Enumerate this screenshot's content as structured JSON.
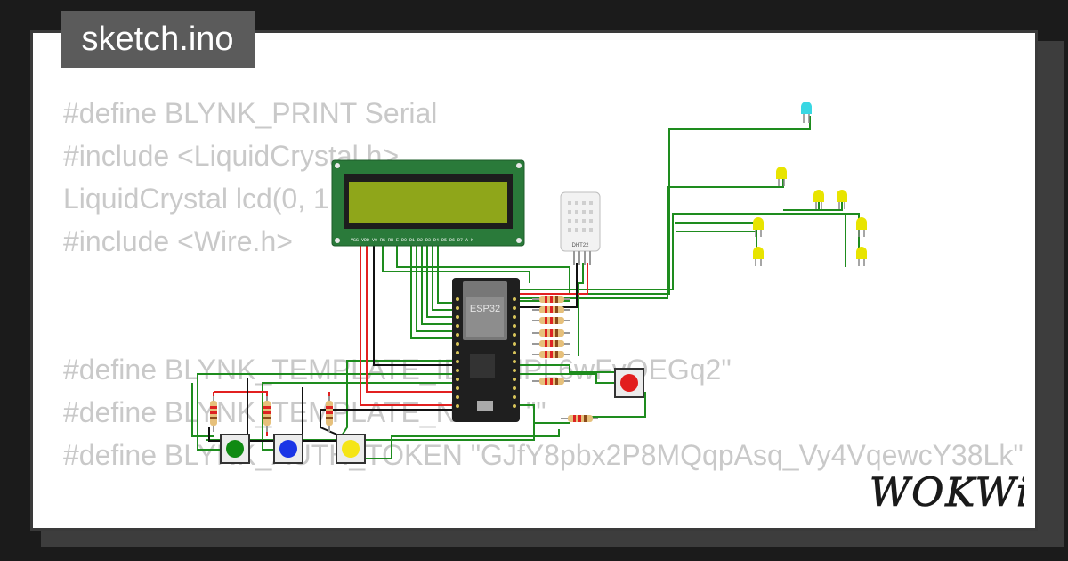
{
  "title": "sketch.ino",
  "code_lines": [
    "#define BLYNK_PRINT Serial",
    "#include <LiquidCrystal.h>",
    "LiquidCrystal lcd(0, 1, 2, 3, 4, 5, 16);",
    "#include <Wire.h>",
    "#define BLYNK_TEMPLATE_ID \"TMPL6wFvOEGq2\"",
    "#define BLYNK_TEMPLATE_NAME \"\"",
    "#define BLYNK_AUTH_TOKEN \"GJfY8pbx2P8MQqpAsq_Vy4VqewcY38Lk\""
  ],
  "components": {
    "mcu_label": "ESP32",
    "sensor_label": "DHT22",
    "lcd_pin_labels": "VSS VDD V0 RS RW E D0 D1 D2 D3 D4 D5 D6 D7 A K"
  },
  "logo": "WOKWi",
  "colors": {
    "background": "#1b1b1b",
    "card": "#ffffff",
    "title_tab": "#5b5b5b",
    "code_text": "#c9c9c9",
    "wire_green": "#1e8c1e",
    "wire_red": "#e22020",
    "wire_black": "#111111",
    "lcd_board": "#2a7a3a",
    "lcd_screen": "#8fa61a",
    "led_yellow": "#e8e400",
    "led_cyan": "#39d7e3",
    "button_green": "#0f8a12",
    "button_blue": "#1a35e6",
    "button_yellow": "#f5e515",
    "button_red": "#e21d1d"
  }
}
